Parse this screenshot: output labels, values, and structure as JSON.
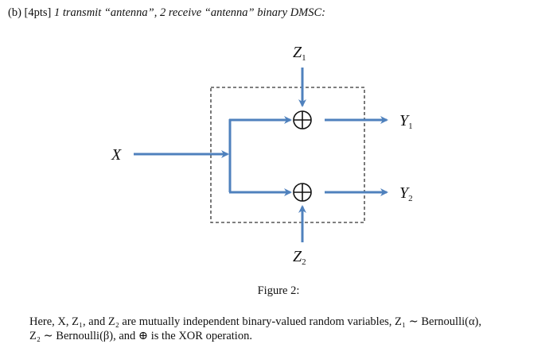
{
  "header": {
    "part": "(b)",
    "points": "[4pts]",
    "title": "1 transmit “antenna”, 2 receive “antenna” binary DMSC:"
  },
  "diagram": {
    "input_label": "X",
    "noise_top": {
      "letter": "Z",
      "sub": "1"
    },
    "noise_bottom": {
      "letter": "Z",
      "sub": "2"
    },
    "output_top": {
      "letter": "Y",
      "sub": "1"
    },
    "output_bottom": {
      "letter": "Y",
      "sub": "2"
    },
    "arrow_color": "#4f81bd",
    "box_border_color": "#333333"
  },
  "caption": "Figure 2:",
  "body": {
    "line1": "Here, X, Z₁, and Z₂ are mutually independent binary-valued random variables, Z₁ ∼ Bernoulli(α),",
    "line2": "Z₂ ∼ Bernoulli(β), and ⊕ is the XOR operation."
  }
}
